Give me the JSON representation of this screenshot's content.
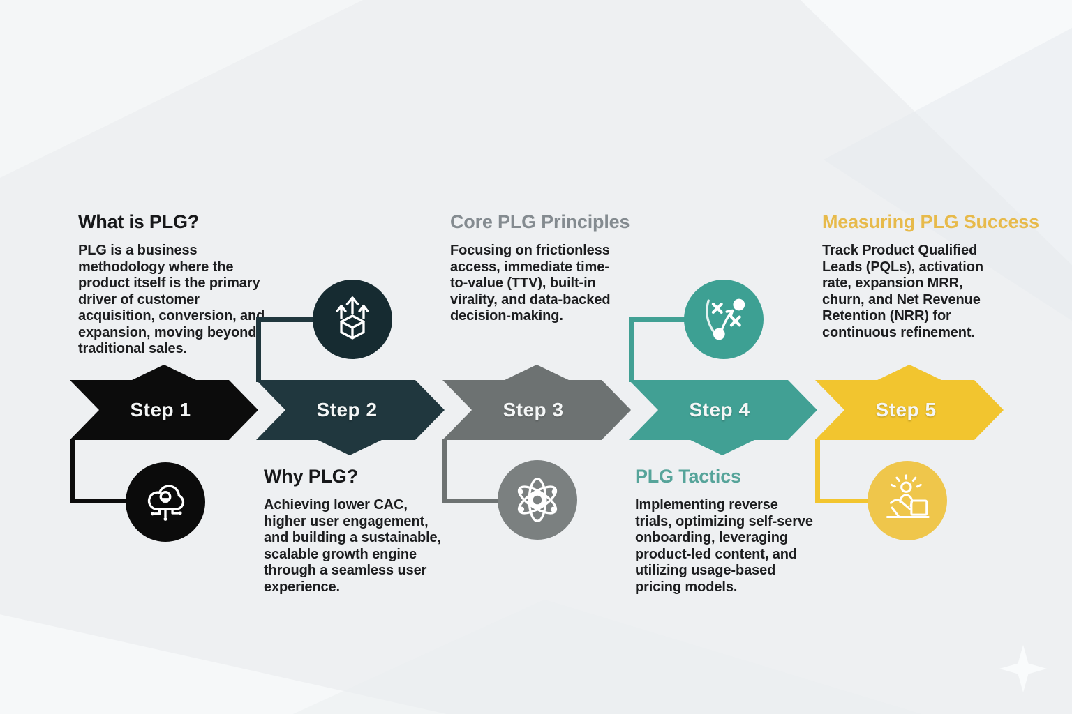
{
  "infographic": {
    "topic": "Product-Led Growth (PLG) 5-step overview",
    "background_color": "#eef0f2",
    "sparkle_color": "#f9fbfc"
  },
  "steps": [
    {
      "label": "Step 1",
      "color": "#0c0c0c",
      "icon": "cloud-ai-circuit-icon",
      "icon_bg": "#0b0b0b",
      "section": {
        "title": "What is PLG?",
        "title_color": "#17181a",
        "body": "PLG is a business methodology where the product itself is the primary driver of customer acquisition, conversion, and expansion, moving beyond traditional sales."
      }
    },
    {
      "label": "Step 2",
      "color": "#20373e",
      "icon": "growth-cube-arrows-icon",
      "icon_bg": "#162b31",
      "section": {
        "title": "Why PLG?",
        "title_color": "#17181a",
        "body": "Achieving lower CAC, higher user engagement, and building a sustainable, scalable growth engine through a seamless user experience."
      }
    },
    {
      "label": "Step 3",
      "color": "#6d7272",
      "icon": "atom-icon",
      "icon_bg": "#7b8080",
      "section": {
        "title": "Core PLG Principles",
        "title_color": "#848b90",
        "body": "Focusing on frictionless access, immediate time-to-value (TTV), built-in virality, and data-backed decision-making."
      }
    },
    {
      "label": "Step 4",
      "color": "#41a094",
      "icon": "strategy-playbook-icon",
      "icon_bg": "#3da093",
      "section": {
        "title": "PLG Tactics",
        "title_color": "#56a49a",
        "body": "Implementing reverse trials, optimizing self-serve onboarding, leveraging product-led content, and utilizing usage-based pricing models."
      }
    },
    {
      "label": "Step 5",
      "color": "#f2c52f",
      "icon": "person-laptop-idea-icon",
      "icon_bg": "#efc64b",
      "section": {
        "title": "Measuring PLG Success",
        "title_color": "#e7ba4b",
        "body": "Track Product Qualified Leads (PQLs), activation rate, expansion MRR, churn, and Net Revenue Retention (NRR) for continuous refinement."
      }
    }
  ]
}
